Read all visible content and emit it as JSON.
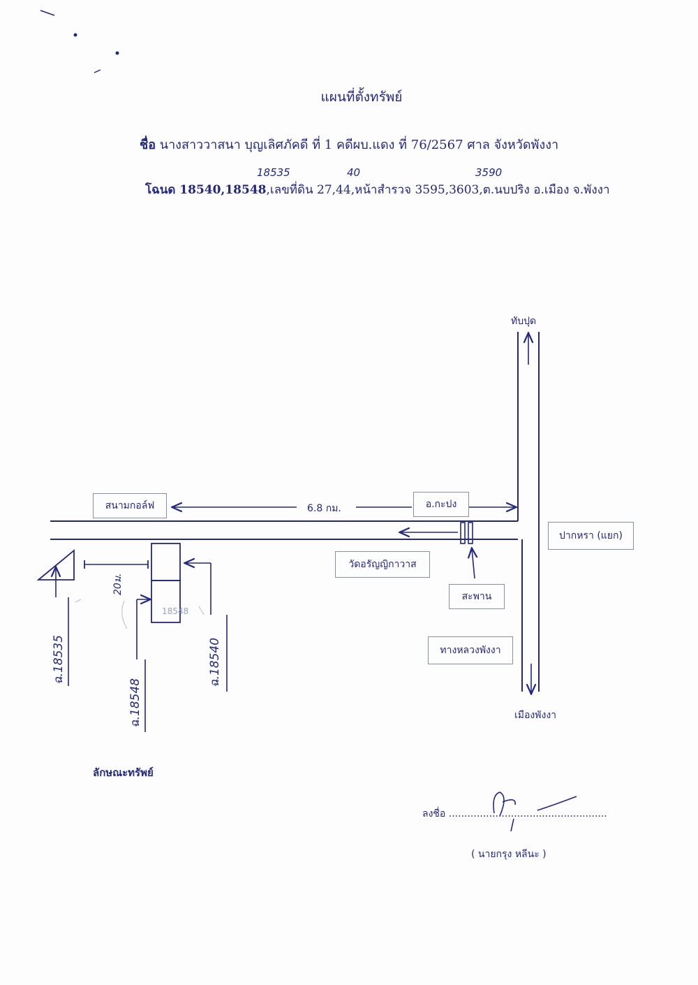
{
  "header": {
    "title": "แผนที่ตั้งทรัพย์",
    "name_label": "ชื่อ",
    "name_rest": "นางสาววาสนา  บุญเลิศภัคดี ที่ 1  คดีผบ.แดง ที่ 76/2567 ศาล จังหวัดพังงา",
    "deed_label": "โฉนด 18540,18548",
    "deed_rest_1": ",เลขที่ดิน 27,44,",
    "deed_rest_2": "หน้าสำรวจ 3595,3603,",
    "deed_rest_3": "ต.นบปริง อ.เมือง จ.พังงา",
    "hand_deed": "18535",
    "hand_land": "40",
    "hand_survey": "3590"
  },
  "map": {
    "golf": "สนามกอล์ฟ",
    "distance": "6.8 กม.",
    "kapong": "อ.กะปง",
    "wat": "วัดอรัญญิกาวาส",
    "bridge": "สะพาน",
    "highway": "ทางหลวงพังงา",
    "pak_ra": "ปากหรา (แยก)",
    "thap_put": "ทับปุด",
    "mueang": "เมืองพังงา",
    "width_note": "20ม.",
    "plot_a": "ฉ.18535",
    "plot_b": "ฉ.18548",
    "plot_c": "ฉ.18540",
    "faint_note": "18548"
  },
  "footer": {
    "property_label": "ลักษณะทรัพย์",
    "sign_label": "ลงชื่อ",
    "sign_dots": "...................................................",
    "signer": "(   นายกรุง หลีนะ  )"
  },
  "colors": {
    "ink": "#23287a",
    "box_border": "#8a8fa8"
  }
}
